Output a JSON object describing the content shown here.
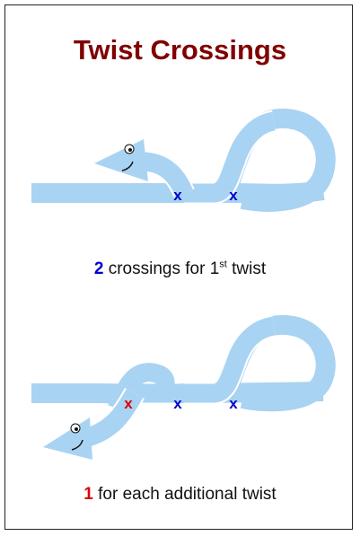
{
  "title": "Twist Crossings",
  "colors": {
    "title": "#800000",
    "ribbon": "#a9d3f2",
    "blue_mark": "#0000cc",
    "red_mark": "#dd0000"
  },
  "diagram_top": {
    "crossings": [
      {
        "label": "x",
        "color": "blue"
      },
      {
        "label": "x",
        "color": "blue"
      }
    ],
    "caption": {
      "number": "2",
      "text": " crossings for 1",
      "sup": "st",
      "tail": " twist"
    }
  },
  "diagram_bottom": {
    "crossings": [
      {
        "label": "x",
        "color": "red"
      },
      {
        "label": "x",
        "color": "blue"
      },
      {
        "label": "x",
        "color": "blue"
      }
    ],
    "caption": {
      "number": "1",
      "text": " for each additional twist"
    }
  }
}
